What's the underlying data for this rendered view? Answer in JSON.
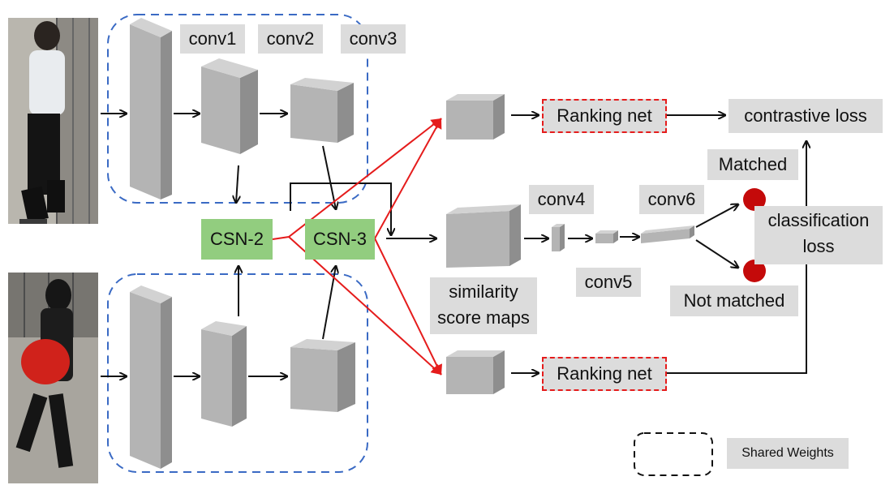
{
  "layers": {
    "conv1": "conv1",
    "conv2": "conv2",
    "conv3": "conv3",
    "conv4": "conv4",
    "conv5": "conv5",
    "conv6": "conv6"
  },
  "csn": {
    "csn2": "CSN-2",
    "csn3": "CSN-3"
  },
  "ranking_net_top": "Ranking net",
  "ranking_net_bottom": "Ranking net",
  "contrastive_loss": "contrastive loss",
  "matched": "Matched",
  "not_matched": "Not matched",
  "classification_loss_line1": "classification",
  "classification_loss_line2": "loss",
  "similarity_line1": "similarity",
  "similarity_line2": "score maps",
  "legend": {
    "shared_weights": "Shared Weights"
  },
  "colors": {
    "arrow_red": "#e51c1c",
    "shared_dash": "#3a6ac4",
    "csn_green": "#92cd7f",
    "label_gray": "#dcdcdc",
    "node_red": "#c40a0a"
  }
}
